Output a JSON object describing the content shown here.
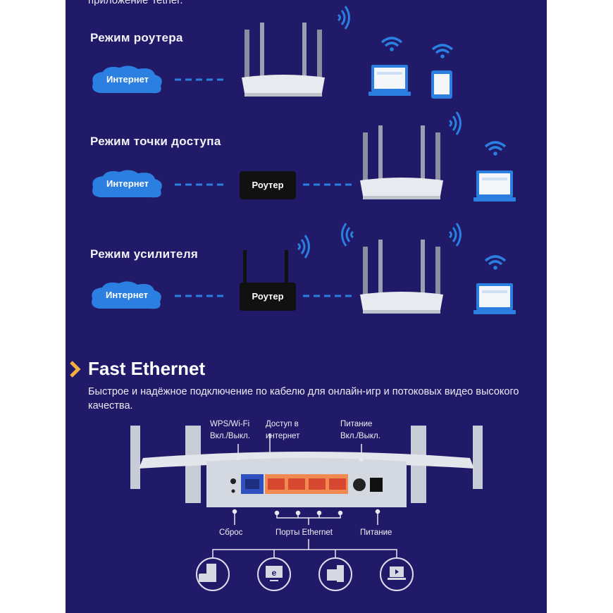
{
  "top_text": "приложение Tether.",
  "modes": [
    {
      "title": "Режим роутера",
      "cloud": "Интернет"
    },
    {
      "title": "Режим точки доступа",
      "cloud": "Интернет",
      "router_box": "Роутер"
    },
    {
      "title": "Режим усилителя",
      "cloud": "Интернет",
      "router_box": "Роутер"
    }
  ],
  "fast_ethernet": {
    "title": "Fast Ethernet",
    "description": "Быстрое и надёжное подключение по кабелю для онлайн-игр и потоковых видео высокого качества.",
    "labels": {
      "wps_line1": "WPS/Wi-Fi",
      "wps_line2": "Вкл./Выкл.",
      "wan_line1": "Доступ в",
      "wan_line2": "интернет",
      "power_sw_line1": "Питание",
      "power_sw_line2": "Вкл./Выкл.",
      "reset": "Сброс",
      "ports": "Порты Ethernet",
      "power": "Питание"
    },
    "icons": [
      "gaming-pc-icon",
      "internet-tv-icon",
      "desktop-computer-icon",
      "video-streaming-laptop-icon"
    ]
  },
  "colors": {
    "background": "#201a68",
    "accent": "#f0b040",
    "wifi": "#2a7fe0",
    "wan_port": "#3050c0",
    "lan_port": "#e87a50"
  }
}
